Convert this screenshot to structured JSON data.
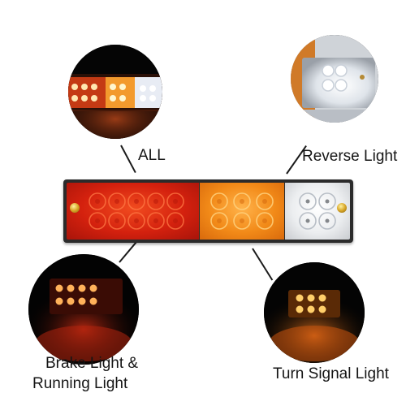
{
  "labels": {
    "all": "ALL",
    "reverse": "Reverse Light",
    "brake_line1": "Brake Light &",
    "brake_line2": "Running Light",
    "turn": "Turn Signal  Light"
  },
  "colors": {
    "red_lens": "#d4210e",
    "amber_lens": "#f28a18",
    "clear_lens": "#eceef0",
    "housing": "#2b2b2b"
  }
}
